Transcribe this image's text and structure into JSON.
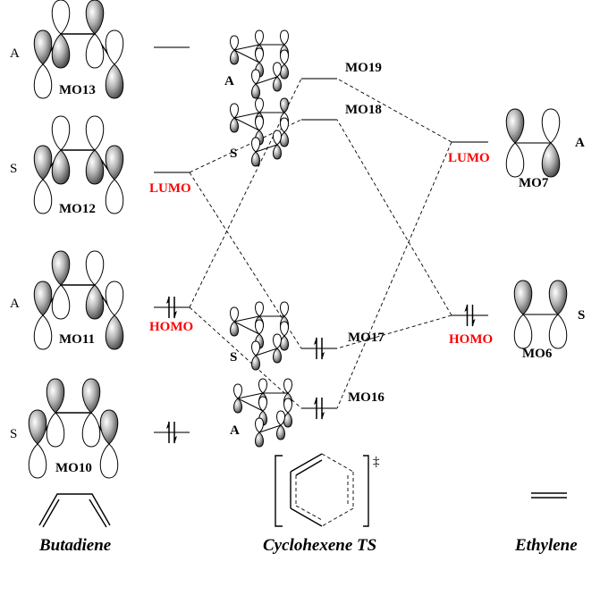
{
  "diagram": {
    "type": "molecular-orbital-correlation-diagram",
    "colors": {
      "energy_level": "#777777",
      "frontier_label": "#ff0000",
      "text": "#000000"
    },
    "butadiene": {
      "title": "Butadiene",
      "orbitals": [
        {
          "id": "MO13",
          "label": "MO13",
          "symmetry": "A",
          "occupied": false,
          "frontier": ""
        },
        {
          "id": "MO12",
          "label": "MO12",
          "symmetry": "S",
          "occupied": false,
          "frontier": "LUMO"
        },
        {
          "id": "MO11",
          "label": "MO11",
          "symmetry": "A",
          "occupied": true,
          "frontier": "HOMO"
        },
        {
          "id": "MO10",
          "label": "MO10",
          "symmetry": "S",
          "occupied": true,
          "frontier": ""
        }
      ]
    },
    "transition_state": {
      "title": "Cyclohexene TS",
      "ts_symbol": "‡",
      "orbitals": [
        {
          "id": "MO19",
          "label": "MO19",
          "symmetry": "A",
          "occupied": false
        },
        {
          "id": "MO18",
          "label": "MO18",
          "symmetry": "S",
          "occupied": false
        },
        {
          "id": "MO17",
          "label": "MO17",
          "symmetry": "S",
          "occupied": true
        },
        {
          "id": "MO16",
          "label": "MO16",
          "symmetry": "A",
          "occupied": true
        }
      ]
    },
    "ethylene": {
      "title": "Ethylene",
      "orbitals": [
        {
          "id": "MO7",
          "label": "MO7",
          "symmetry": "A",
          "occupied": false,
          "frontier": "LUMO"
        },
        {
          "id": "MO6",
          "label": "MO6",
          "symmetry": "S",
          "occupied": true,
          "frontier": "HOMO"
        }
      ]
    },
    "correlations": [
      {
        "from": "MO12",
        "to": "MO18"
      },
      {
        "from": "MO12",
        "to": "MO17"
      },
      {
        "from": "MO11",
        "to": "MO19"
      },
      {
        "from": "MO11",
        "to": "MO16"
      },
      {
        "from": "MO7",
        "to": "MO19"
      },
      {
        "from": "MO7",
        "to": "MO16"
      },
      {
        "from": "MO6",
        "to": "MO18"
      },
      {
        "from": "MO6",
        "to": "MO17"
      }
    ]
  }
}
